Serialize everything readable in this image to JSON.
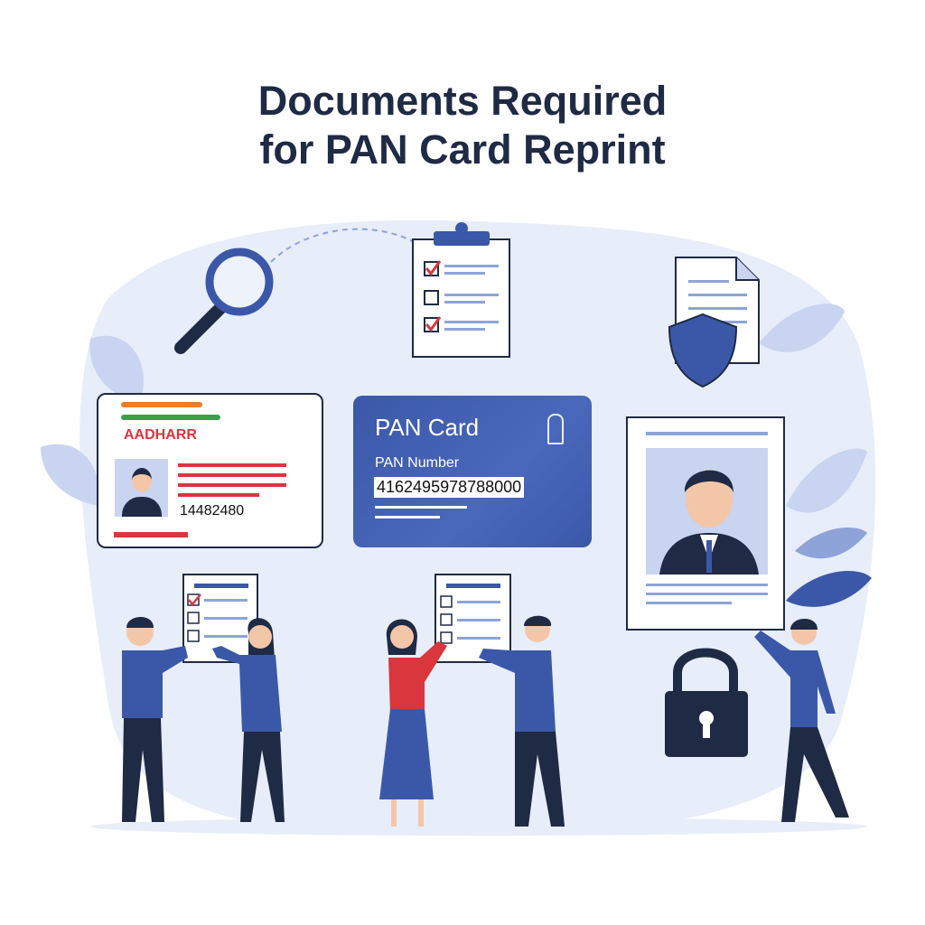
{
  "title": {
    "line1": "Documents Required",
    "line2": "for PAN Card Reprint"
  },
  "aadhaar_card": {
    "label": "AADHARR",
    "number": "14482480"
  },
  "pan_card": {
    "title": "PAN Card",
    "number_label": "PAN Number",
    "number": "4162495978788000"
  },
  "colors": {
    "title": "#1f2a44",
    "pan_blue": "#3b58a8",
    "accent_red": "#d9363e",
    "background_blob": "#e7edf9"
  }
}
